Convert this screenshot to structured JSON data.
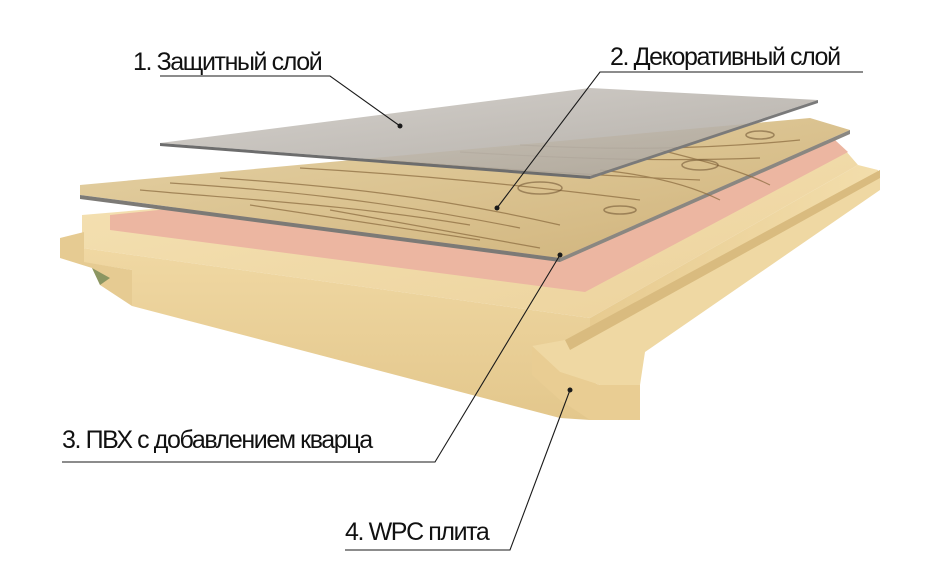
{
  "labels": {
    "layer1": "1. Защитный слой",
    "layer2": "2. Декоративный слой",
    "layer3": "3. ПВХ с добавлением кварца",
    "layer4": "4. WPC плита"
  },
  "colors": {
    "board_top": "#f3dca8",
    "board_front": "#e9cf95",
    "board_side": "#e2c486",
    "pvc_layer": "#ebb39f",
    "wood_decor": "#d9c08b",
    "wood_grain": "#8a6a3e",
    "protective_film": "#bdb8b3",
    "film_edge": "#6d6d6d",
    "leader_line": "#1a1a1a"
  }
}
